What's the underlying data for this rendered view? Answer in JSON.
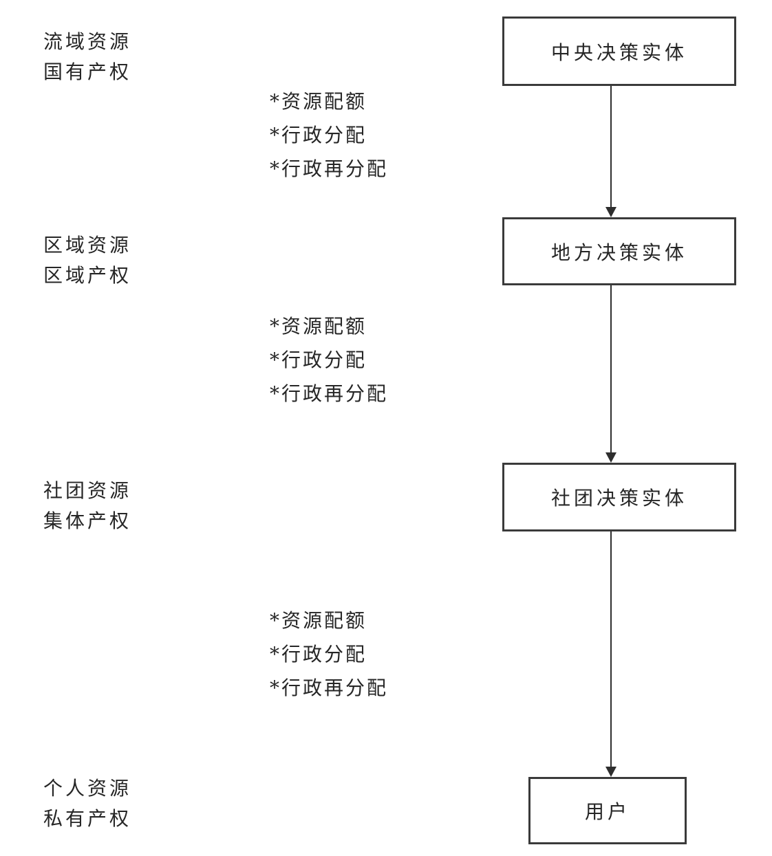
{
  "figure": {
    "background_color": "#ffffff",
    "line_color": "#2e2e2e",
    "text_color": "#262626",
    "left_labels": [
      {
        "line1": "流域资源",
        "line2": "国有产权"
      },
      {
        "line1": "区域资源",
        "line2": "区域产权"
      },
      {
        "line1": "社团资源",
        "line2": "集体产权"
      },
      {
        "line1": "个人资源",
        "line2": "私有产权"
      }
    ],
    "bullet_groups": [
      [
        "*资源配额",
        "*行政分配",
        "*行政再分配"
      ],
      [
        "*资源配额",
        "*行政分配",
        "*行政再分配"
      ],
      [
        "*资源配额",
        "*行政分配",
        "*行政再分配"
      ]
    ],
    "boxes": [
      "中央决策实体",
      "地方决策实体",
      "社团决策实体",
      "用户"
    ]
  }
}
